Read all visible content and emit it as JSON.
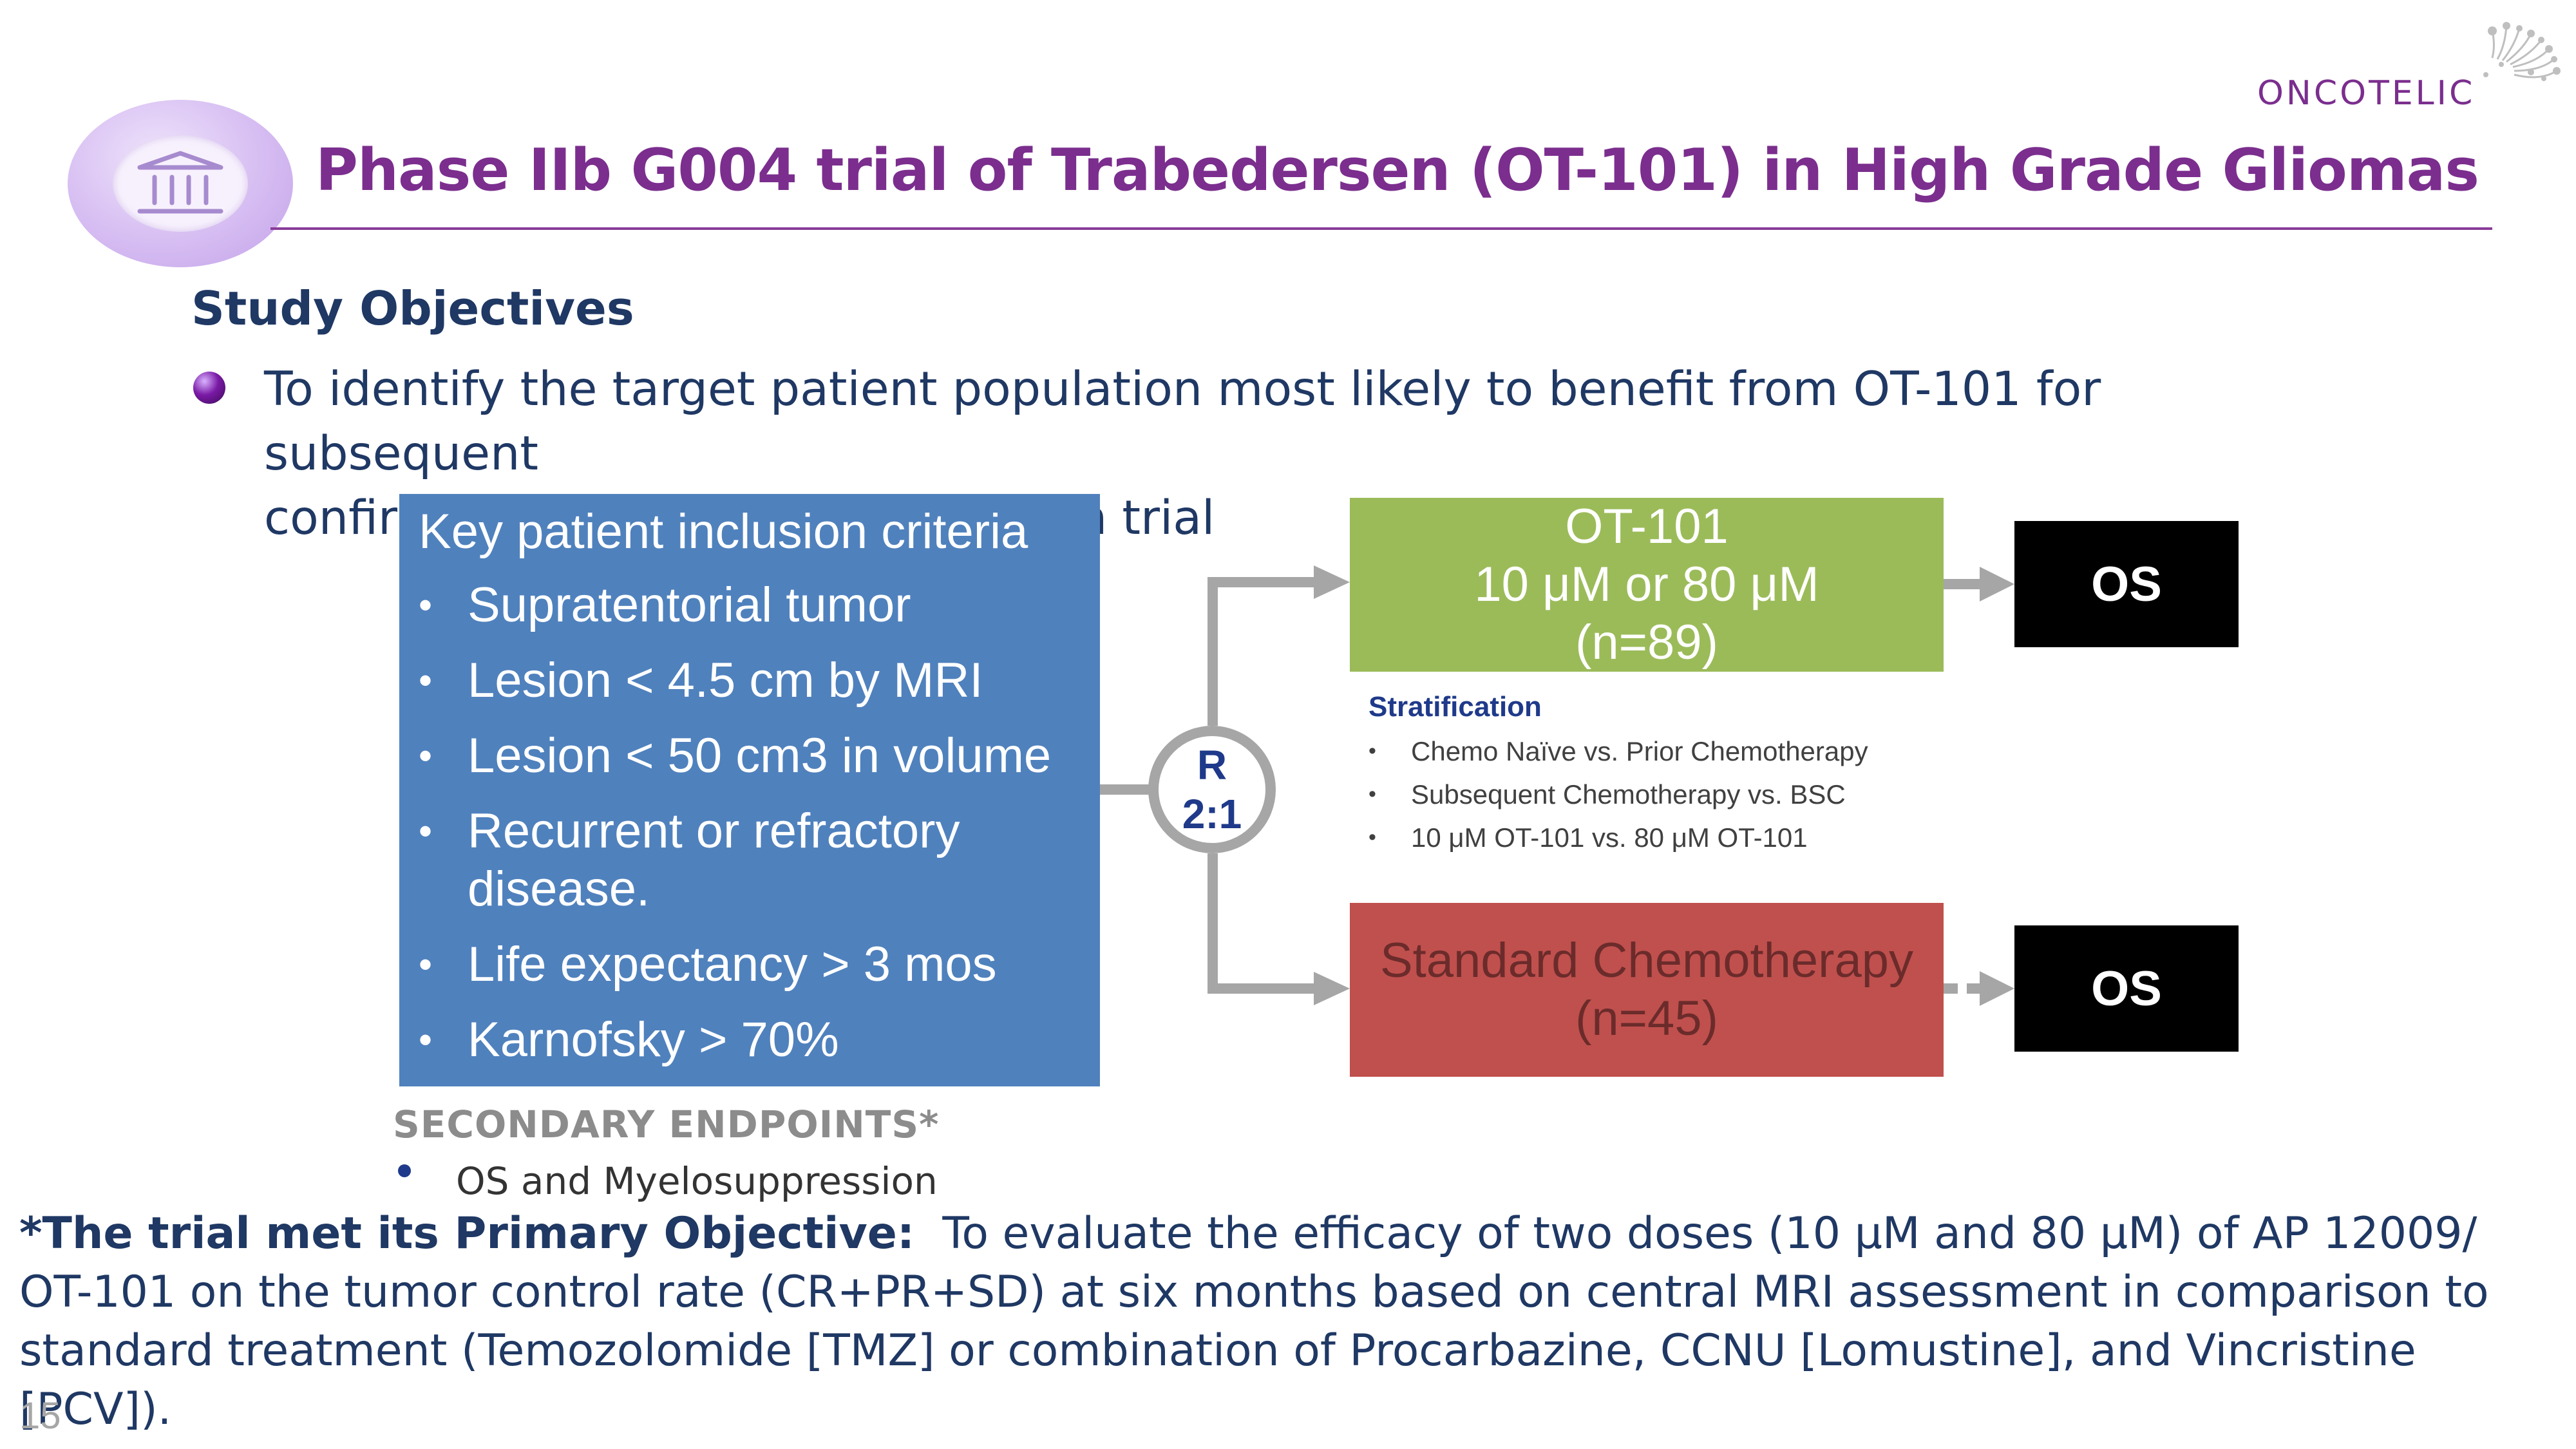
{
  "brand": {
    "name": "ONCOTELIC"
  },
  "slide": {
    "title": "Phase IIb G004 trial of Trabedersen (OT-101) in High Grade Gliomas",
    "page_number": "15"
  },
  "objectives": {
    "heading": "Study Objectives",
    "bullet_line1": "To identify the target patient population most likely to benefit from OT-101 for subsequent",
    "bullet_line2": "confirmatory Phase II/III registration trial"
  },
  "inclusion": {
    "title": "Key patient inclusion criteria",
    "items": [
      "Supratentorial tumor",
      "Lesion < 4.5 cm by MRI",
      "Lesion < 50 cm3 in volume",
      "Recurrent or refractory disease.",
      "Life expectancy > 3 mos",
      "Karnofsky > 70%"
    ]
  },
  "randomization": {
    "label": "R",
    "ratio": "2:1"
  },
  "arms": {
    "ot101": {
      "line1": "OT-101",
      "line2": "10 μM or 80 μM",
      "line3": "(n=89)"
    },
    "standard": {
      "line1": "Standard Chemotherapy",
      "line2": "(n=45)"
    }
  },
  "outcomes": {
    "top": "OS",
    "bottom": "OS"
  },
  "stratification": {
    "title": "Stratification",
    "items": [
      "Chemo Naïve vs. Prior Chemotherapy",
      "Subsequent Chemotherapy vs. BSC",
      "10 μM OT-101 vs. 80 μM OT-101"
    ]
  },
  "secondary": {
    "title": "SECONDARY ENDPOINTS*",
    "items": [
      "OS and Myelosuppression"
    ]
  },
  "footnote": {
    "bold": "*The trial met its Primary Objective:",
    "text": "To evaluate the efficacy of two doses (10 μM and 80 μM) of AP 12009/ OT-101 on the tumor control rate (CR+PR+SD) at six months based on central MRI assessment in comparison to standard treatment (Temozolomide [TMZ] or combination of Procarbazine, CCNU [Lomustine], and Vincristine [PCV])."
  },
  "colors": {
    "title": "#7b2e8e",
    "navy": "#1f3864",
    "inclusion_box": "#4f81bd",
    "ot101_arm": "#9bbb59",
    "standard_arm": "#c0504d",
    "connector": "#a6a6a6"
  },
  "icons": {
    "logo_graphic": "molecule-spray-icon",
    "section_badge": "institution-building-icon"
  }
}
